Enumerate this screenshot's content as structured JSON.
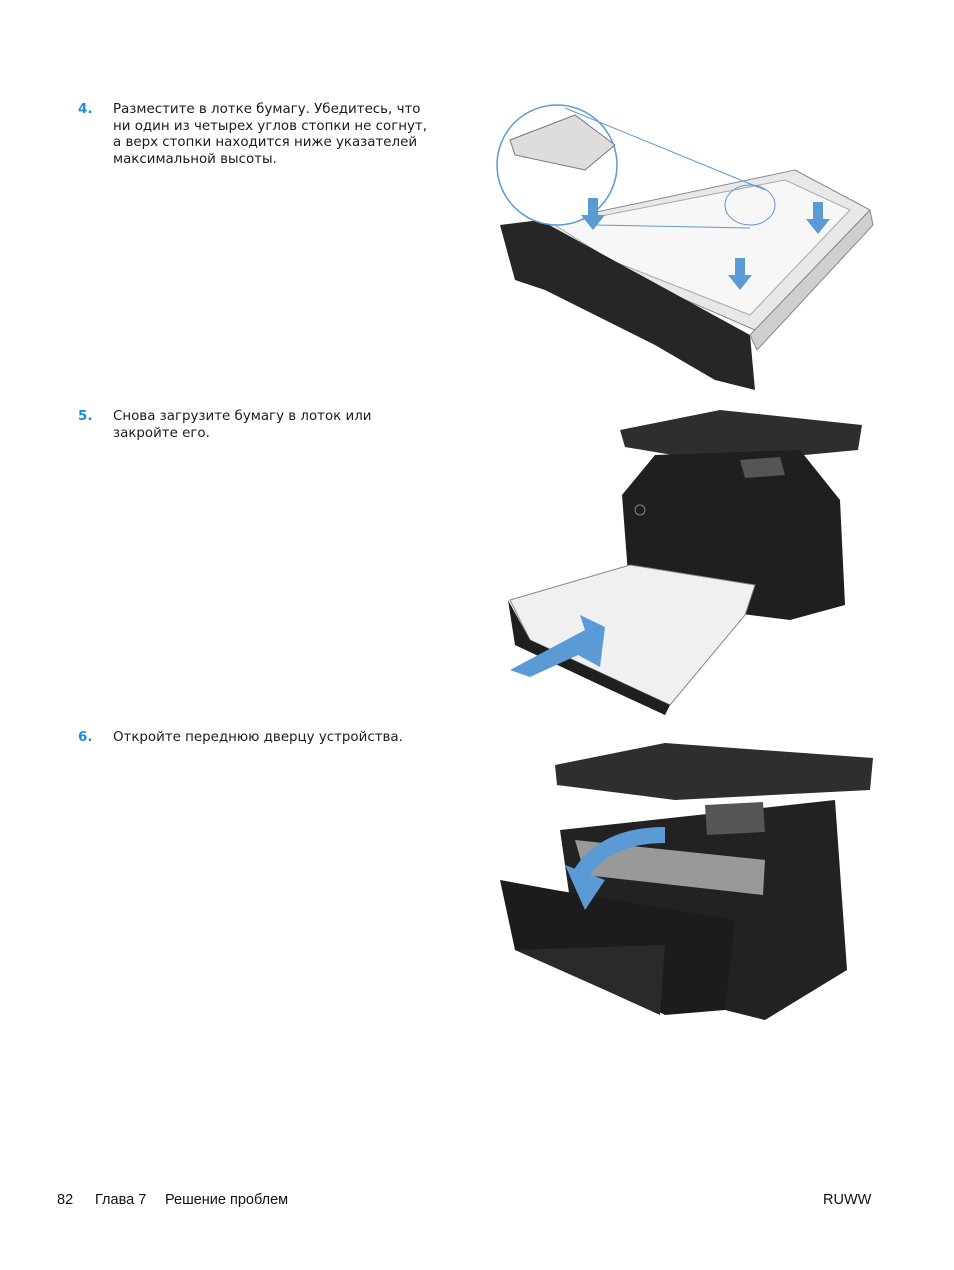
{
  "steps": [
    {
      "number": "4.",
      "lines": [
        "Разместите в лотке бумагу. Убедитесь, что",
        "ни один из четырех углов стопки не согнут,",
        "а верх стопки находится ниже указателей",
        "максимальной высоты."
      ]
    },
    {
      "number": "5.",
      "lines": [
        "Снова загрузите бумагу в лоток или",
        "закройте его."
      ]
    },
    {
      "number": "6.",
      "lines": [
        "Откройте переднюю дверцу устройства."
      ]
    }
  ],
  "footer": {
    "page_number": "82",
    "chapter": "Глава 7",
    "section": "Решение проблем",
    "locale": "RUWW"
  },
  "colors": {
    "accent": "#1e8fd5",
    "arrow": "#5b9bd5",
    "printer": "#2a2a2a"
  }
}
